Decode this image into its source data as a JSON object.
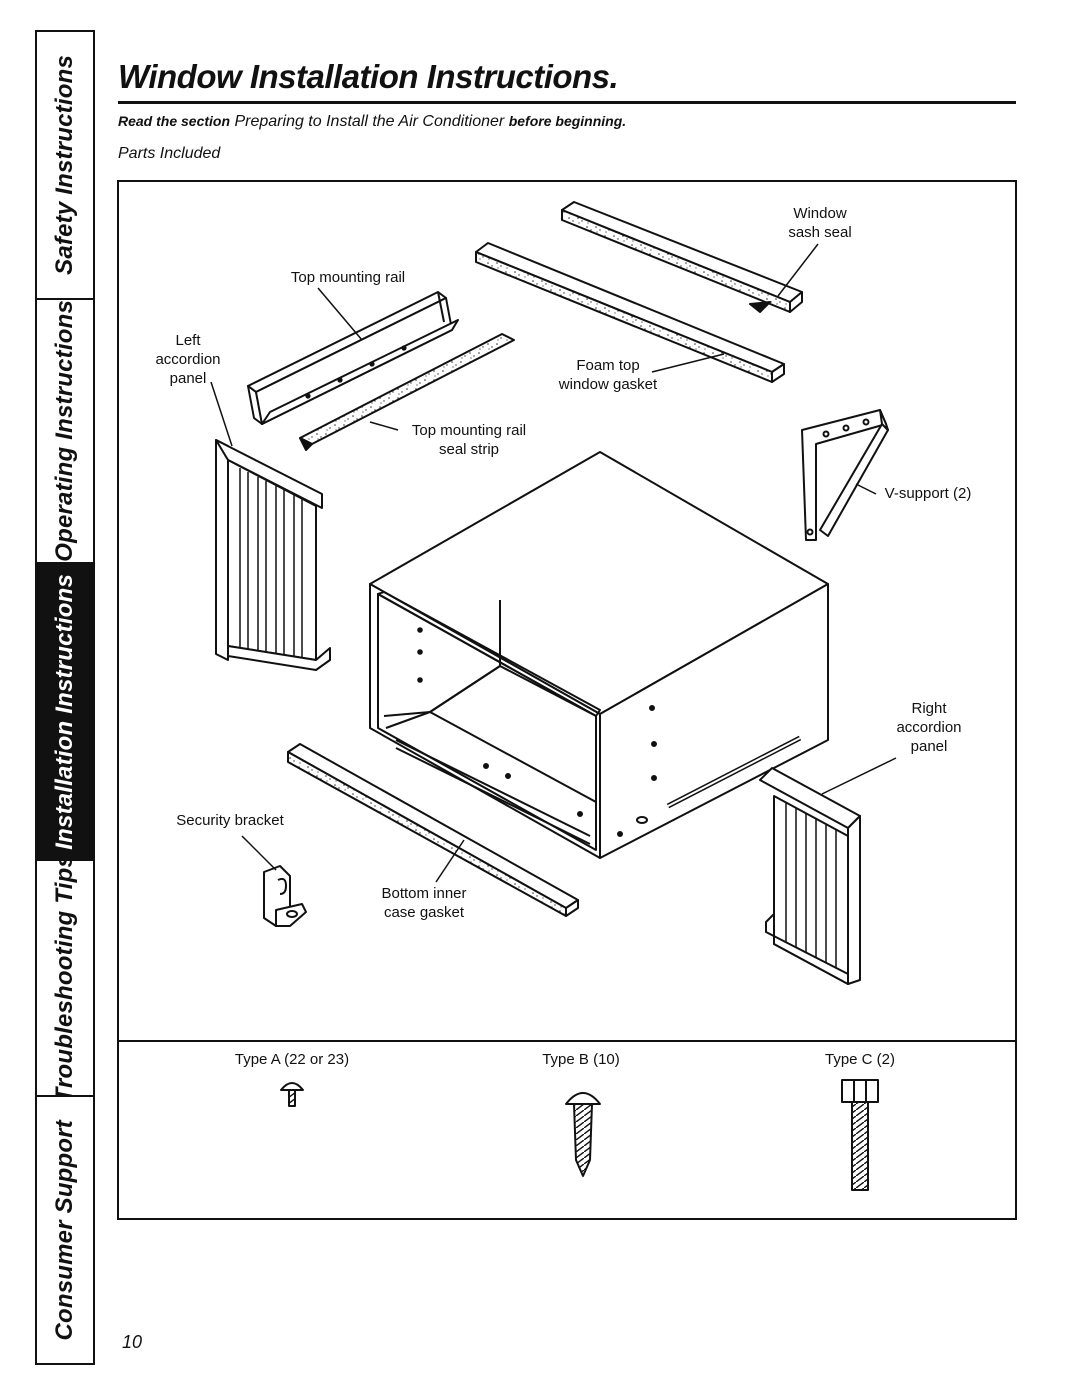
{
  "sidebar": {
    "tabs": [
      {
        "label": "Safety Instructions",
        "active": false
      },
      {
        "label": "Operating Instructions",
        "active": false
      },
      {
        "label": "Installation Instructions",
        "active": true
      },
      {
        "label": "Troubleshooting Tips",
        "active": false
      },
      {
        "label": "Consumer Support",
        "active": false
      }
    ]
  },
  "header": {
    "title": "Window Installation Instructions.",
    "intro_bold_1": "Read the section",
    "intro_italic": "Preparing to Install the Air Conditioner",
    "intro_bold_2": "before beginning.",
    "parts_label": "Parts Included"
  },
  "diagram": {
    "labels": {
      "window_sash_seal": "Window\nsash seal",
      "top_mounting_rail": "Top mounting rail",
      "left_accordion_panel": "Left\naccordion\npanel",
      "foam_top_window_gasket": "Foam top\nwindow gasket",
      "top_mounting_rail_seal_strip": "Top mounting rail\nseal strip",
      "v_support": "V-support (2)",
      "right_accordion_panel": "Right\naccordion\npanel",
      "security_bracket": "Security bracket",
      "bottom_inner_case_gasket": "Bottom inner\ncase gasket"
    },
    "screws": {
      "type_a": "Type A (22 or 23)",
      "type_b": "Type B (10)",
      "type_c": "Type C (2)"
    }
  },
  "page_number": "10"
}
